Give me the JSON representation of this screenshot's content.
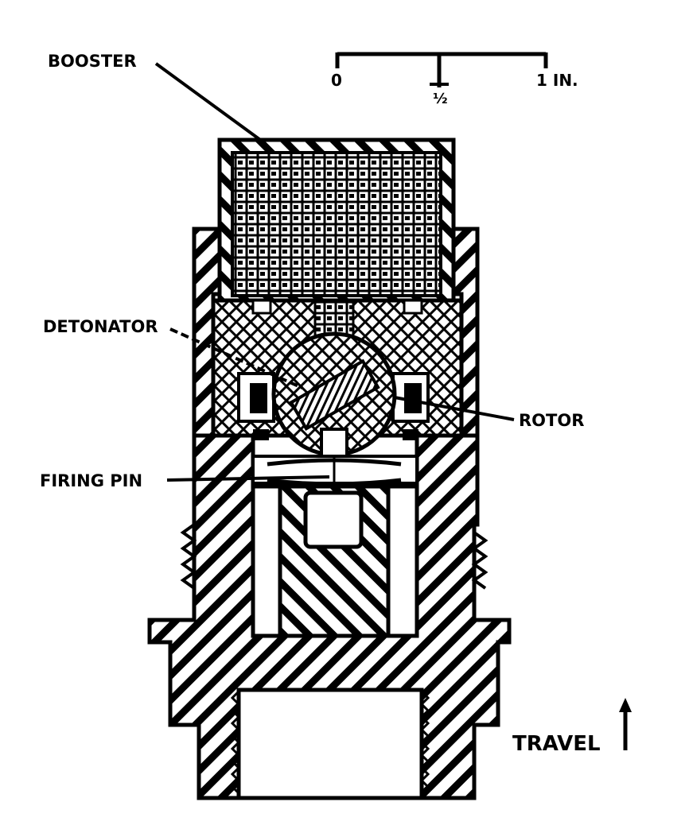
{
  "labels": {
    "booster": "BOOSTER",
    "detonator": "DETONATOR",
    "rotor": "ROTOR",
    "firing_pin": "FIRING PIN",
    "travel": "TRAVEL"
  },
  "scale": {
    "zero": "0",
    "half": "½",
    "one": "1 IN."
  },
  "colors": {
    "ink": "#000000",
    "paper": "#ffffff"
  }
}
